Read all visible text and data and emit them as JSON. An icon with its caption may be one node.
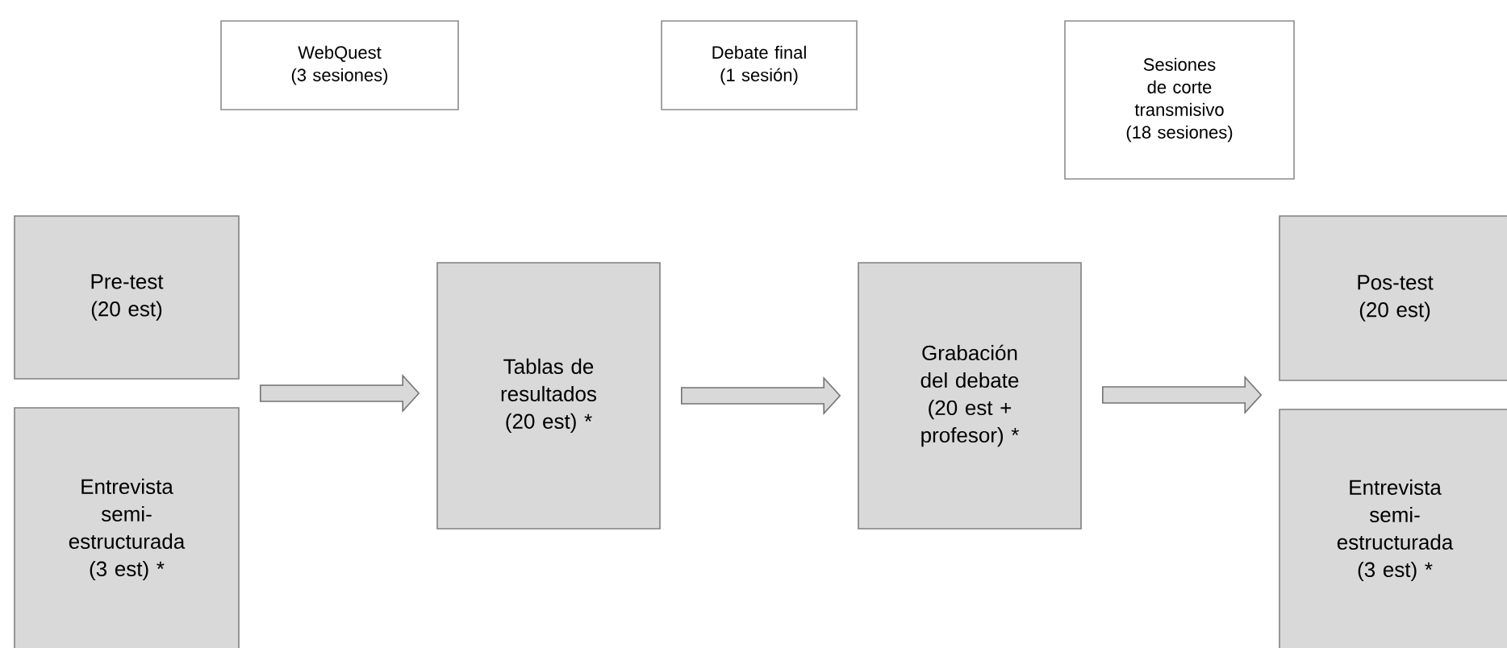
{
  "diagram": {
    "nodes": [
      {
        "text": [
          "WebQuest (3 sesiones)"
        ]
      },
      {
        "text": [
          "Debate final (1 sesión)"
        ]
      },
      {
        "text": [
          "Sesiones de corte transmisivo (18 sesiones)"
        ]
      },
      {
        "text": [
          "Pre-test (20 est)"
        ]
      },
      {
        "text": [
          "Entrevista semi- estructurada (3 est) *"
        ]
      },
      {
        "text": [
          "Tablas de resultados (20 est) *"
        ]
      },
      {
        "text": [
          "Grabación del debate (20 est + profesor) *"
        ]
      },
      {
        "text": [
          "Pos-test (20 est)"
        ]
      },
      {
        "text": [
          "Entrevista semi- estructurada (3 est) *"
        ]
      }
    ],
    "edges": [
      {
        "from": 3,
        "to": 5,
        "arrow": "to"
      },
      {
        "from": 4,
        "to": 5,
        "arrow": "to"
      },
      {
        "from": 5,
        "to": 6,
        "arrow": "to"
      },
      {
        "from": 6,
        "to": 7,
        "arrow": "to"
      },
      {
        "from": 6,
        "to": 8,
        "arrow": "to"
      }
    ]
  }
}
